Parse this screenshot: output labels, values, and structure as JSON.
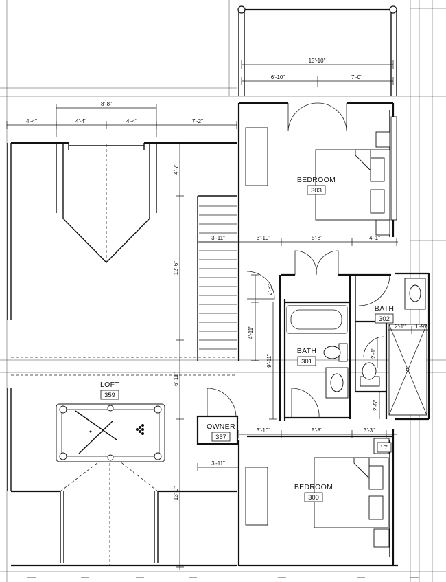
{
  "rooms": [
    {
      "id": "bedroom-303",
      "name": "BEDROOM",
      "number": "303"
    },
    {
      "id": "bath-302",
      "name": "BATH",
      "number": "302"
    },
    {
      "id": "bath-301",
      "name": "BATH",
      "number": "301"
    },
    {
      "id": "loft-359",
      "name": "LOFT",
      "number": "359"
    },
    {
      "id": "owner-357",
      "name": "OWNER",
      "number": "357"
    },
    {
      "id": "bedroom-300",
      "name": "BEDROOM",
      "number": "300"
    }
  ],
  "dimensions": {
    "d_13_10": "13'-10\"",
    "d_6_10": "6'-10\"",
    "d_7_0": "7'-0\"",
    "d_8_8": "8'-8\"",
    "d_4_4_a": "4'-4\"",
    "d_4_4_b": "4'-4\"",
    "d_4_4_c": "4'-4\"",
    "d_7_2": "7'-2\"",
    "d_4_7": "4'-7\"",
    "d_12_6": "12'-6\"",
    "d_3_11_a": "3'-11\"",
    "d_3_10_a": "3'-10\"",
    "d_5_8_a": "5'-8\"",
    "d_4_1": "4'-1\"",
    "d_2_6": "2'-6\"",
    "d_4_11": "4'-11\"",
    "d_9_11": "9'-11\"",
    "d_2_1": "2'-1\"",
    "d_1_9": "1'-9\"",
    "d_2_1v": "2'-1\"",
    "d_2_5": "2'-5\"",
    "d_6_11": "6'-11\"",
    "d_3_10_b": "3'-10\"",
    "d_5_8_b": "5'-8\"",
    "d_3_3": "3'-3\"",
    "d_10": "10\"",
    "d_3_11_b": "3'-11\"",
    "d_13_0": "13'-0\""
  }
}
